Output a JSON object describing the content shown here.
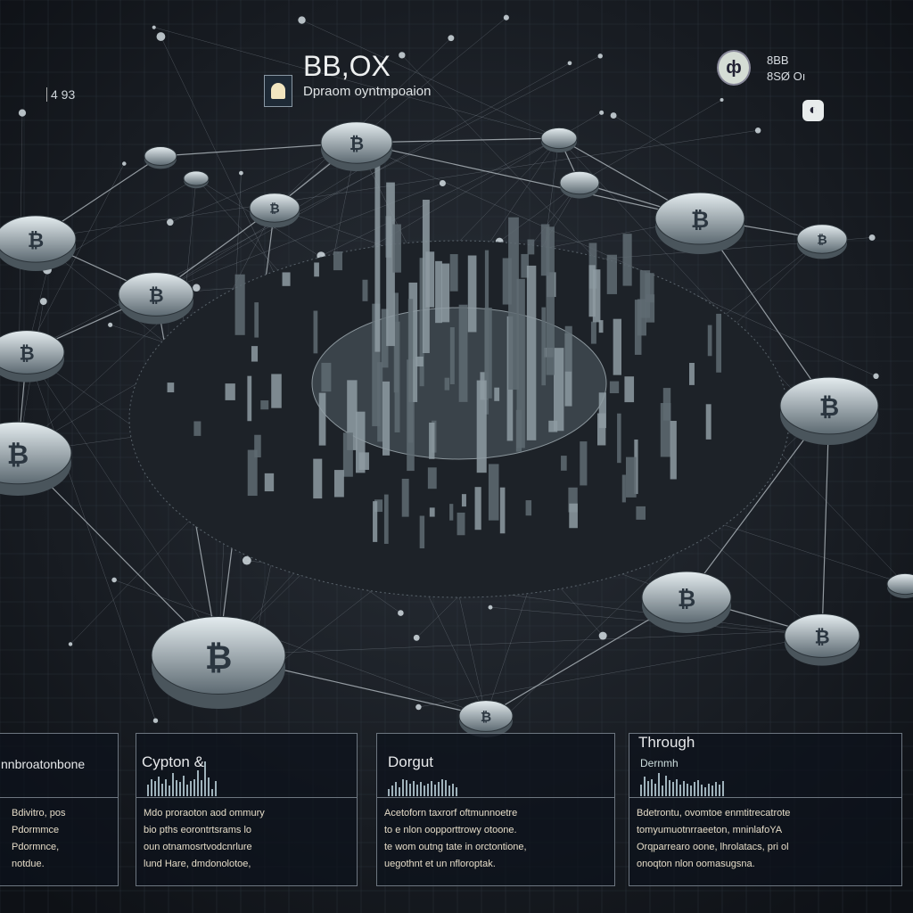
{
  "header": {
    "title": "BB,OX",
    "subtitle": "Dpraom oyntmpoaion",
    "corner_label": "4 93",
    "icon": "bell-icon"
  },
  "top_right": {
    "icon": "coin-icon",
    "line1": "8BB",
    "line2": "8SØ  Oı",
    "badge_icon": "toggle-icon"
  },
  "colors": {
    "background": "#14181e",
    "node": "#b9c6cc",
    "line": "#c8d0d6",
    "panel_border": "#6d7680",
    "body_text": "#e5dcc8"
  },
  "panels": [
    {
      "heading": "nnbroatonbone",
      "subheading": "",
      "body": [
        "Bdivitro, pos",
        "Pdormmce",
        "Pdormnce,",
        "notdue."
      ],
      "bars": []
    },
    {
      "heading": "Cypton &",
      "subheading": "",
      "body": [
        "Mdo proraoton aod ommury",
        "bio pths eorontrtsrams lo",
        "oun otnamosrtvodcnrlure",
        "lund Hare,  dmdonolotoe,"
      ],
      "bars": [
        20,
        30,
        26,
        34,
        22,
        30,
        18,
        40,
        28,
        24,
        36,
        20,
        26,
        30,
        44,
        28,
        60,
        32,
        12,
        26
      ]
    },
    {
      "heading": "Dorgut",
      "subheading": "",
      "body": [
        "Acetoforn taxrorf oftmunnoetre",
        "to  e nlon oopporttrowy otoone.",
        "te wom outng tate in orctontione,",
        "uegothnt et un nfloroptak."
      ],
      "bars": [
        12,
        18,
        24,
        16,
        30,
        28,
        22,
        26,
        20,
        24,
        18,
        22,
        26,
        20,
        24,
        30,
        28,
        18,
        22,
        16
      ]
    },
    {
      "heading": "Through",
      "subheading": "Dernmh",
      "body": [
        "Bdetrontu, ovomtoe enmtitrecatrote",
        "tomyumuotnrraeeton, mninlafoYA",
        "Orqparrearo oone, lhrolatacs, pri ol",
        "onoqton nlon oomasugsna."
      ],
      "bars": [
        20,
        34,
        26,
        30,
        22,
        40,
        18,
        36,
        28,
        24,
        30,
        20,
        26,
        22,
        18,
        24,
        28,
        20,
        16,
        22,
        18,
        24,
        20,
        26
      ]
    }
  ]
}
